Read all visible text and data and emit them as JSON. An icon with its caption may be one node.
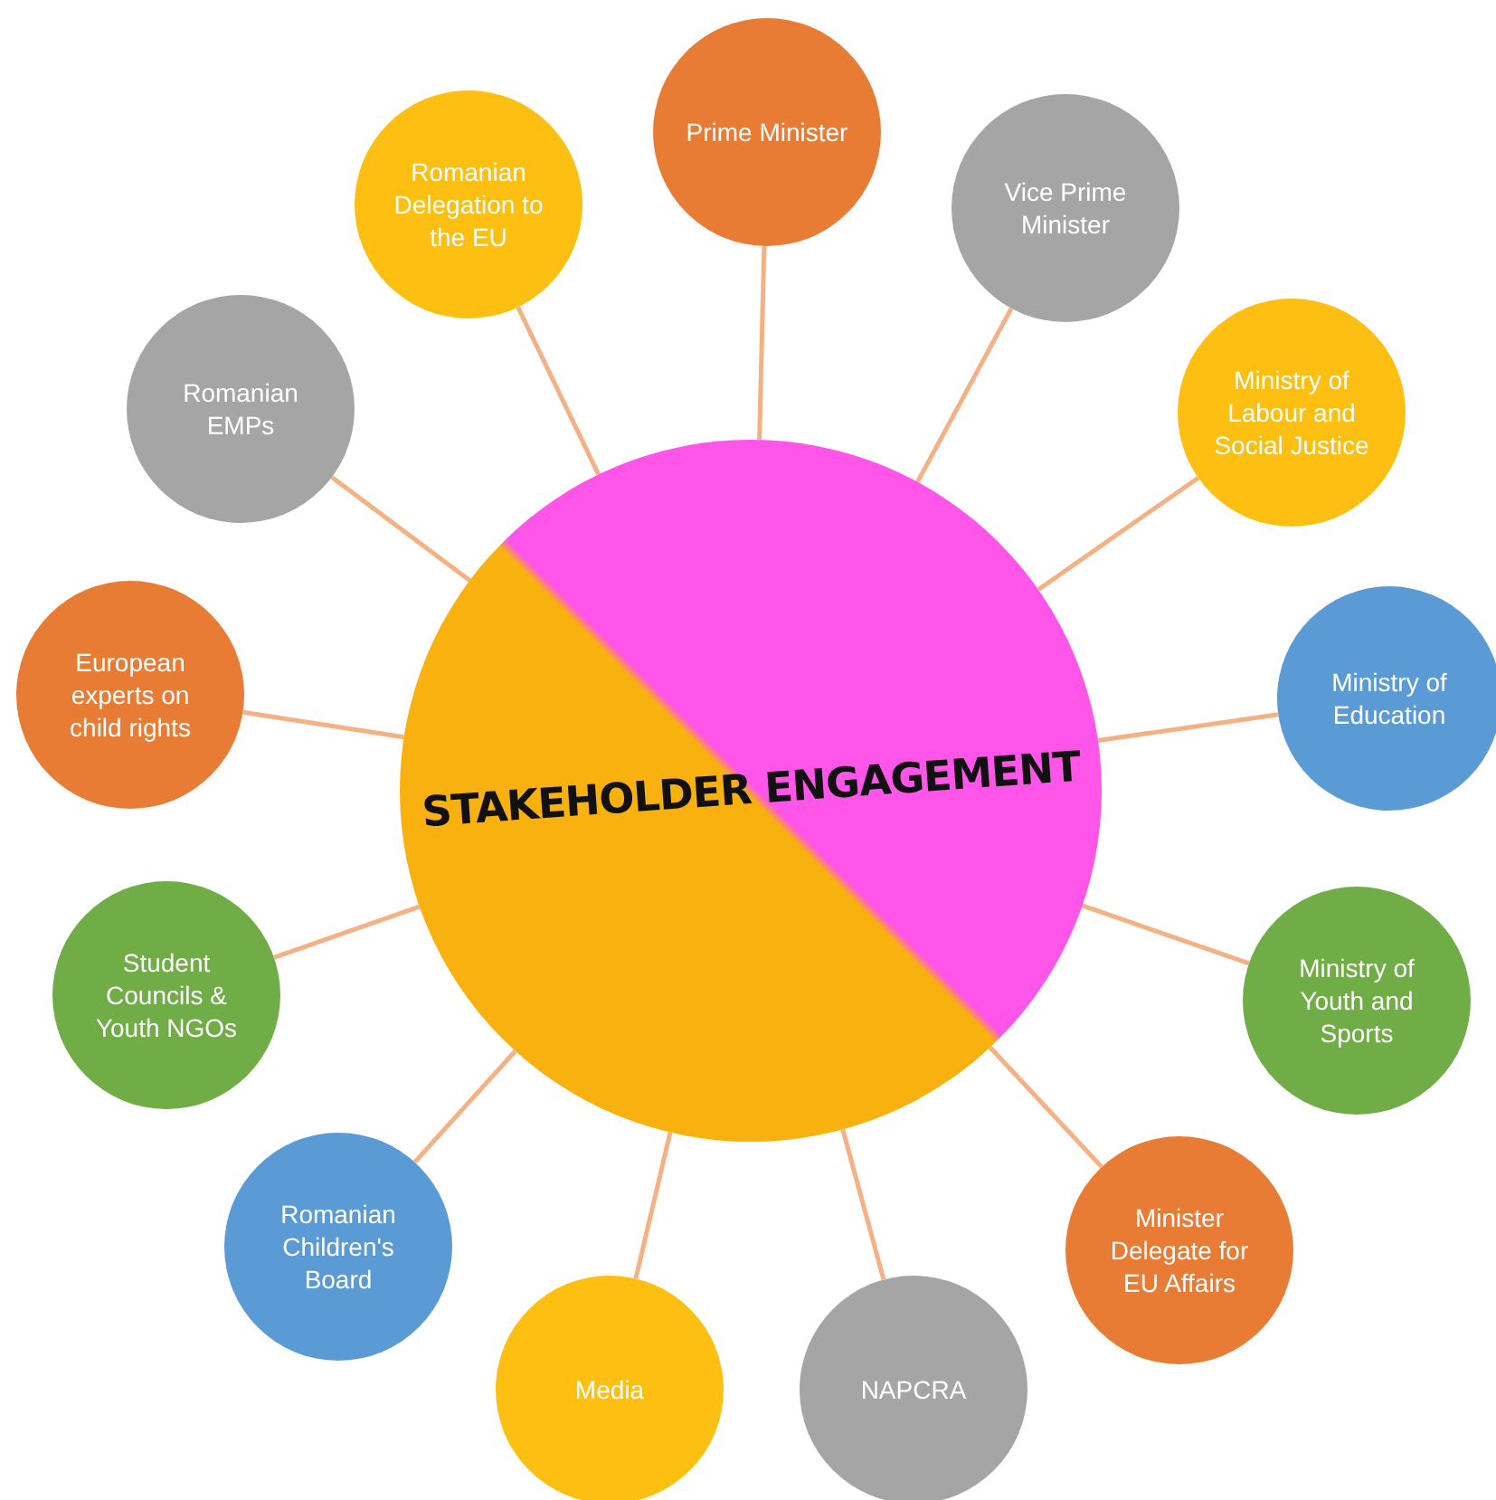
{
  "diagram": {
    "nodes": [
      {
        "text": [
          "STAKEHOLDER ENGAGEMENT"
        ]
      },
      {
        "text": [
          "Prime Minister"
        ]
      },
      {
        "text": [
          "Vice Prime Minister"
        ]
      },
      {
        "text": [
          "Ministry of Labour and Social Justice"
        ]
      },
      {
        "text": [
          "Ministry of Education"
        ]
      },
      {
        "text": [
          "Ministry of Youth and Sports"
        ]
      },
      {
        "text": [
          "Minister Delegate for EU Affairs"
        ]
      },
      {
        "text": [
          "NAPCRA"
        ]
      },
      {
        "text": [
          "Media"
        ]
      },
      {
        "text": [
          "Romanian Children's Board"
        ]
      },
      {
        "text": [
          "Student Councils & Youth NGOs"
        ]
      },
      {
        "text": [
          "European experts on child rights"
        ]
      },
      {
        "text": [
          "Romanian EMPs"
        ]
      },
      {
        "text": [
          "Romanian Delegation to the EU"
        ]
      }
    ],
    "edges": [
      {
        "from": 0,
        "to": 1,
        "arrow": "none"
      },
      {
        "from": 0,
        "to": 2,
        "arrow": "none"
      },
      {
        "from": 0,
        "to": 3,
        "arrow": "none"
      },
      {
        "from": 0,
        "to": 4,
        "arrow": "none"
      },
      {
        "from": 0,
        "to": 5,
        "arrow": "none"
      },
      {
        "from": 0,
        "to": 6,
        "arrow": "none"
      },
      {
        "from": 0,
        "to": 7,
        "arrow": "none"
      },
      {
        "from": 0,
        "to": 8,
        "arrow": "none"
      },
      {
        "from": 0,
        "to": 9,
        "arrow": "none"
      },
      {
        "from": 0,
        "to": 10,
        "arrow": "none"
      },
      {
        "from": 0,
        "to": 11,
        "arrow": "none"
      },
      {
        "from": 0,
        "to": 12,
        "arrow": "none"
      },
      {
        "from": 0,
        "to": 13,
        "arrow": "none"
      }
    ]
  }
}
